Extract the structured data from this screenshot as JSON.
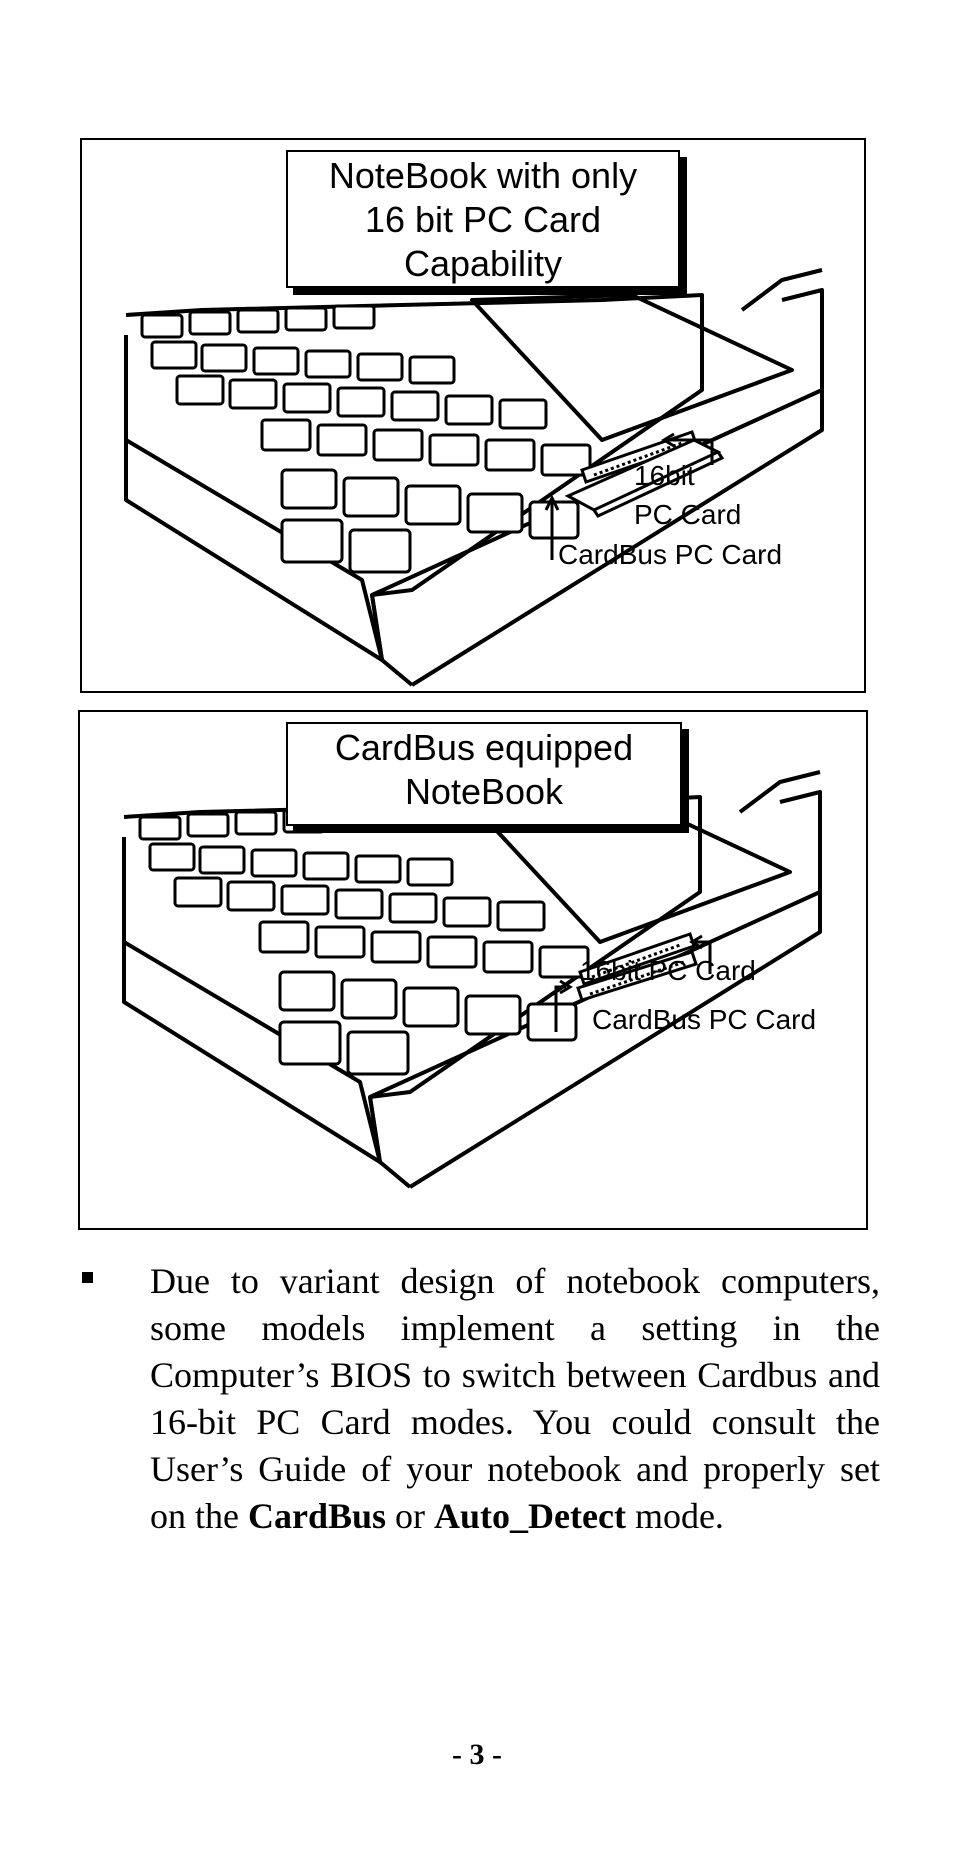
{
  "figures": [
    {
      "caption": "NoteBook with only\n16 bit PC Card\nCapability",
      "label_16bit_line1": "16bit",
      "label_16bit_line2": "PC Card",
      "label_cardbus": "CardBus PC Card"
    },
    {
      "caption": "CardBus equipped\nNoteBook",
      "label_16bit": "16bit PC Card",
      "label_cardbus": "CardBus PC Card"
    }
  ],
  "body": {
    "text_1": "Due to variant design of notebook computers, some models implement a setting in the Computer’s BIOS to switch between Cardbus and 16-bit PC Card modes. You could consult the User’s Guide of your notebook and properly set on the ",
    "bold_1": "CardBus",
    "text_2": " or ",
    "bold_2": "Auto_Detect",
    "text_3": " mode."
  },
  "page_number": "- 3 -"
}
